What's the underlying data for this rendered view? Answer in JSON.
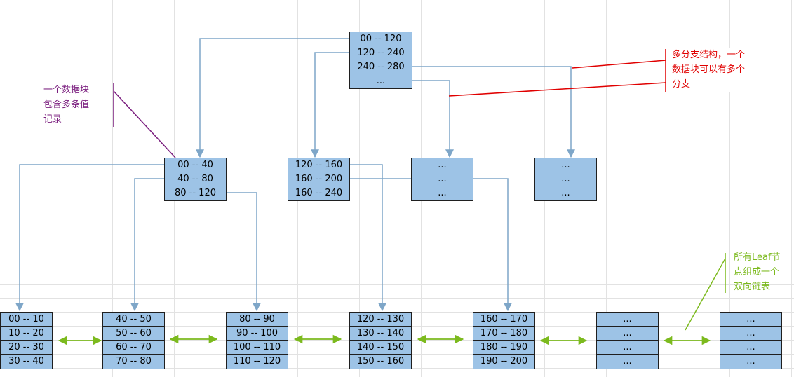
{
  "colors": {
    "connector": "#7ea6c8",
    "block_fill": "#9dc3e6",
    "block_border": "#1f1f1f",
    "note_red": "#e00000",
    "note_purple": "#7a1d7e",
    "note_green": "#7cba1e"
  },
  "root": {
    "cells": [
      "00 -- 120",
      "120 -- 240",
      "240 -- 280",
      "..."
    ]
  },
  "internal": [
    {
      "cells": [
        "00 -- 40",
        "40 -- 80",
        "80 -- 120"
      ]
    },
    {
      "cells": [
        "120 -- 160",
        "160 -- 200",
        "160 -- 240"
      ]
    },
    {
      "cells": [
        "...",
        "...",
        "..."
      ]
    },
    {
      "cells": [
        "...",
        "...",
        "..."
      ]
    }
  ],
  "leaves": [
    {
      "cells": [
        "00 -- 10",
        "10 -- 20",
        "20 -- 30",
        "30 -- 40"
      ]
    },
    {
      "cells": [
        "40 -- 50",
        "50 -- 60",
        "60 -- 70",
        "70 -- 80"
      ]
    },
    {
      "cells": [
        "80 -- 90",
        "90 -- 100",
        "100 -- 110",
        "110 -- 120"
      ]
    },
    {
      "cells": [
        "120 -- 130",
        "130 -- 140",
        "140 -- 150",
        "150 -- 160"
      ]
    },
    {
      "cells": [
        "160 -- 170",
        "170 -- 180",
        "180 -- 190",
        "190 -- 200"
      ]
    },
    {
      "cells": [
        "...",
        "...",
        "...",
        "..."
      ]
    },
    {
      "cells": [
        "...",
        "...",
        "...",
        "..."
      ]
    }
  ],
  "notes": {
    "multi_branch": [
      "多分支结构，一个",
      "数据块可以有多个",
      "分支"
    ],
    "data_block": [
      "一个数据块",
      "包含多条值",
      "记录"
    ],
    "leaf_list": [
      "所有Leaf节",
      "点组成一个",
      "双向链表"
    ]
  }
}
